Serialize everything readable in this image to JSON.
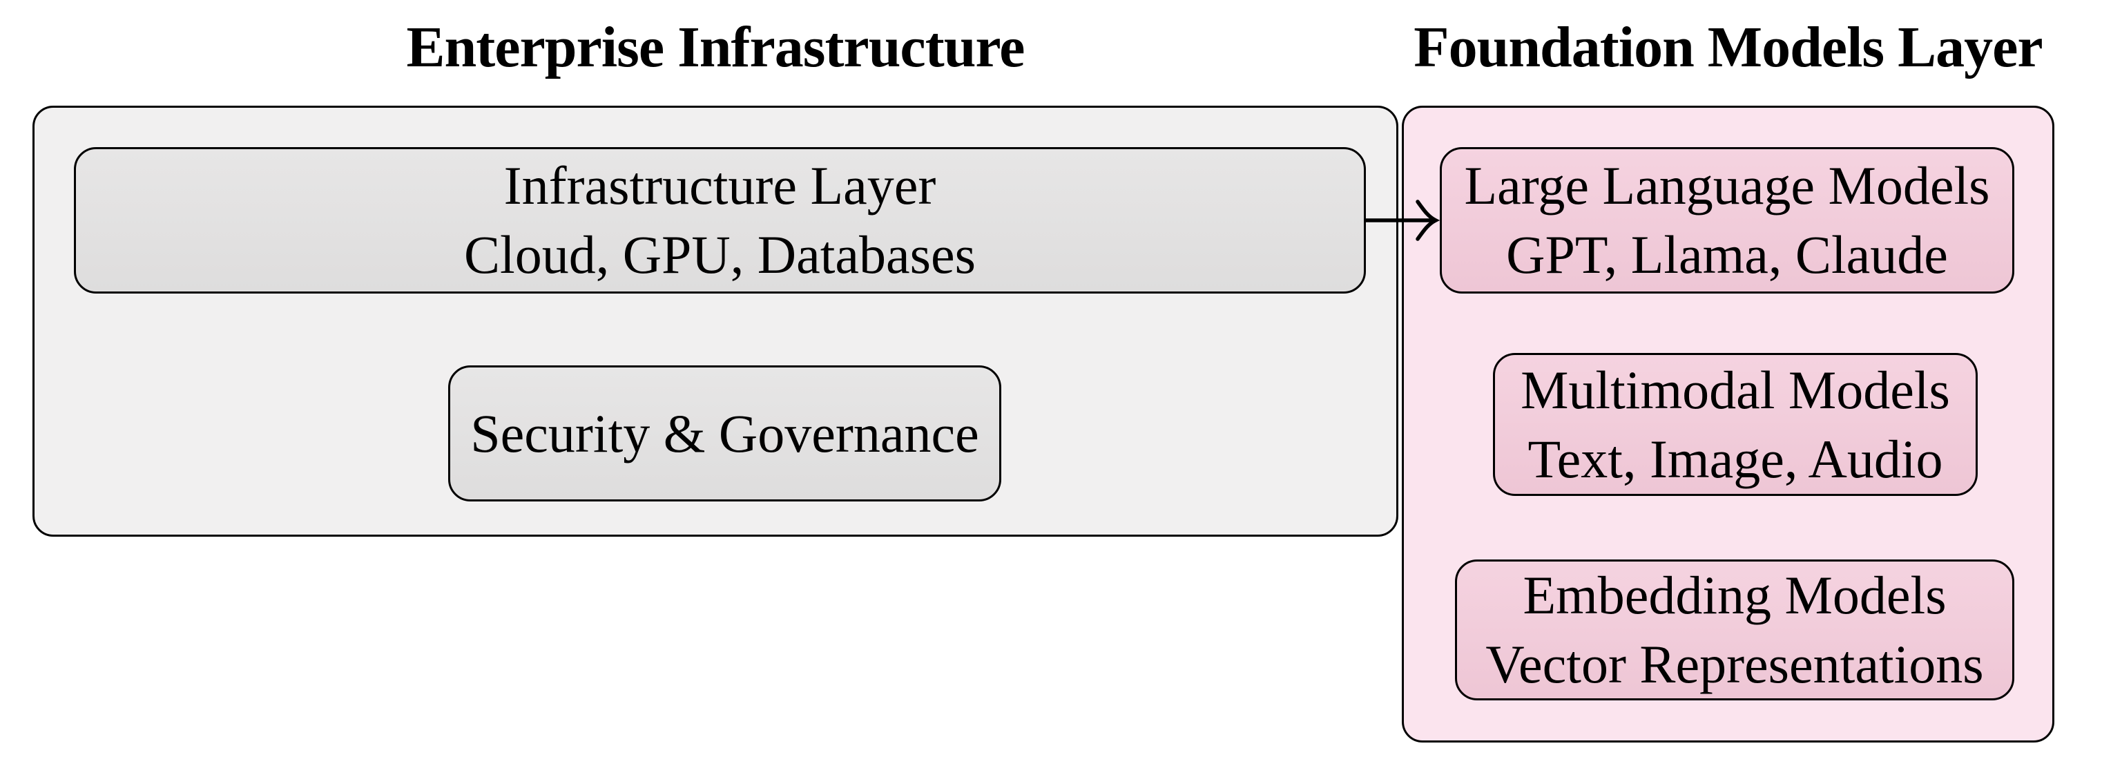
{
  "diagram": {
    "title_left": "Enterprise Infrastructure",
    "title_right": "Foundation Models Layer",
    "enterprise": {
      "infrastructure_box": {
        "line1": "Infrastructure Layer",
        "line2": "Cloud, GPU, Databases"
      },
      "security_box": {
        "line1": "Security & Governance"
      }
    },
    "foundation": {
      "llm_box": {
        "line1": "Large Language Models",
        "line2": "GPT, Llama, Claude"
      },
      "multimodal_box": {
        "line1": "Multimodal Models",
        "line2": "Text, Image, Audio"
      },
      "embedding_box": {
        "line1": "Embedding Models",
        "line2": "Vector Representations"
      }
    },
    "arrow": {
      "from": "Infrastructure Layer",
      "to": "Large Language Models"
    }
  },
  "colors": {
    "bg": "#ffffff",
    "gray_container": "#f1f0f0",
    "gray_box_top": "#e7e6e6",
    "gray_box_bottom": "#dedddd",
    "pink_container": "#fbe4ee",
    "pink_box_top": "#f5d3e0",
    "pink_box_bottom": "#eec6d5",
    "border": "#000000",
    "text": "#000000"
  }
}
